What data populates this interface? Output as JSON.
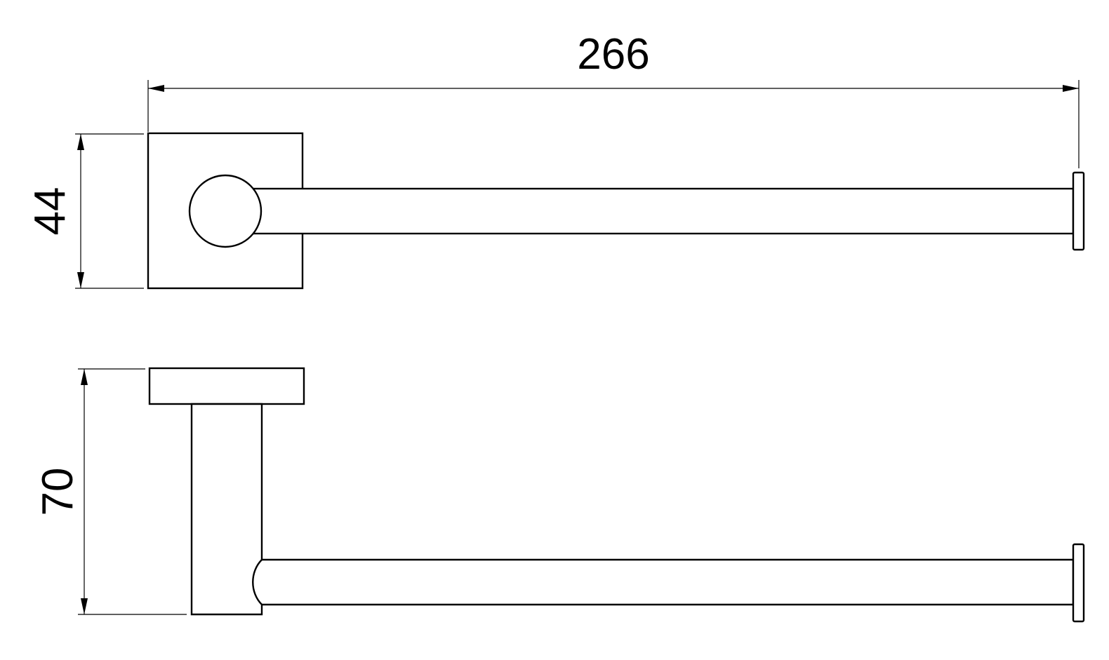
{
  "drawing": {
    "dimensions": {
      "overall_length": "266",
      "base_height": "44",
      "projection_depth": "70"
    },
    "views": [
      "top-view",
      "side-view"
    ],
    "colors": {
      "line": "#000000",
      "background": "#ffffff"
    }
  }
}
